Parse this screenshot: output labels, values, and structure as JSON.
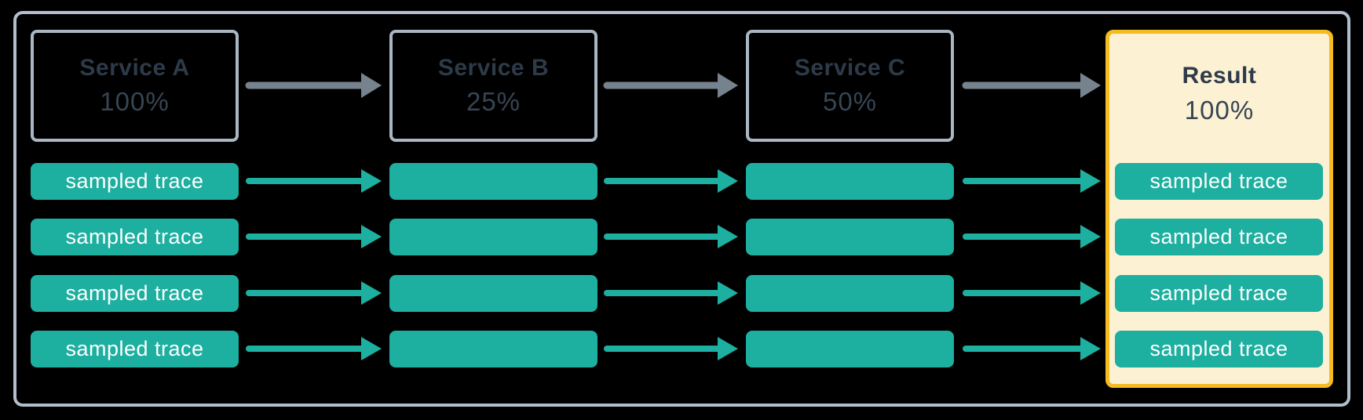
{
  "colors": {
    "background": "#000000",
    "outer-border": "#b2becb",
    "box-border": "#a9b6c3",
    "title-text": "#2d3b49",
    "percent-text": "#374553",
    "arrow-gray": "#76838f",
    "teal": "#1daf9f",
    "pill-text": "#ffffff",
    "result-border": "#f5bb20",
    "result-fill": "#fcf1d3"
  },
  "columns": [
    {
      "title": "Service A",
      "percent": "100%",
      "pills": [
        "sampled trace",
        "sampled trace",
        "sampled trace",
        "sampled trace"
      ]
    },
    {
      "title": "Service B",
      "percent": "25%",
      "pills": [
        "",
        "",
        "",
        ""
      ]
    },
    {
      "title": "Service C",
      "percent": "50%",
      "pills": [
        "",
        "",
        "",
        ""
      ]
    }
  ],
  "result": {
    "title": "Result",
    "percent": "100%",
    "pills": [
      "sampled trace",
      "sampled trace",
      "sampled trace",
      "sampled trace"
    ]
  }
}
